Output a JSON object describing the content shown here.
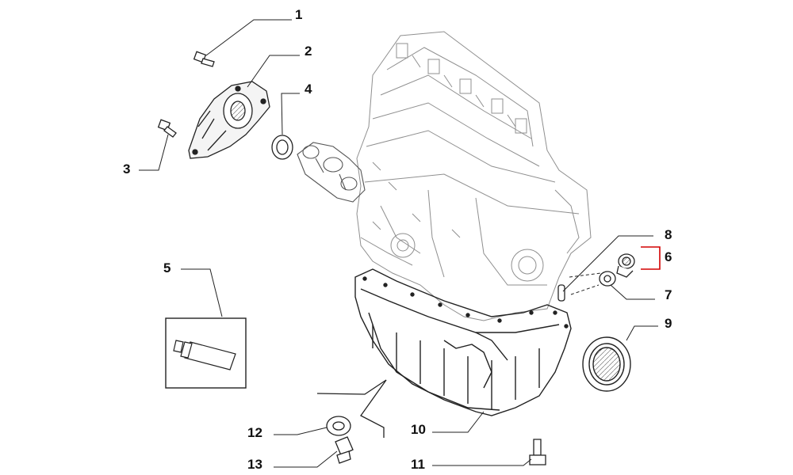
{
  "diagram": {
    "callouts": {
      "c1": "1",
      "c2": "2",
      "c3": "3",
      "c4": "4",
      "c5": "5",
      "c6": "6",
      "c7": "7",
      "c8": "8",
      "c9": "9",
      "c10": "10",
      "c11": "11",
      "c12": "12",
      "c13": "13"
    },
    "colors": {
      "line": "#222222",
      "light_line": "#9a9a9a",
      "highlight_bracket": "#d40000"
    }
  }
}
